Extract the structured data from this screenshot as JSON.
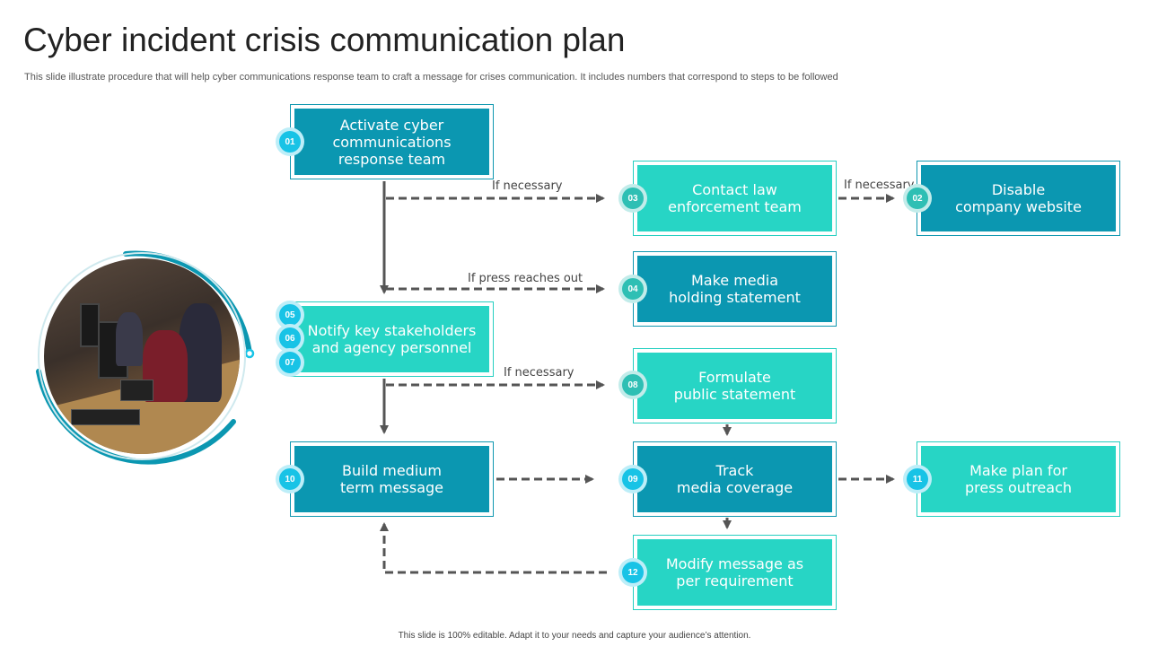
{
  "title": "Cyber incident crisis communication plan",
  "subtitle": "This slide illustrate procedure that will help cyber communications response team to craft a message for crises communication. It includes numbers that correspond to steps to be followed",
  "footer": "This slide is 100% editable.  Adapt it to your needs and capture your audience’s attention.",
  "colors": {
    "dark": "#0b97b1",
    "light": "#27d5c5",
    "badge_cyan": "#18c3e6",
    "badge_teal": "#2ebfb4",
    "arrow": "#555555"
  },
  "steps": {
    "activate": {
      "text": "Activate cyber\ncommunications\nresponse team"
    },
    "contact_law": {
      "text": "Contact law\nenforcement team"
    },
    "disable": {
      "text": "Disable\ncompany website"
    },
    "media_holding": {
      "text": "Make media\nholding statement"
    },
    "notify": {
      "text": "Notify key stakeholders\nand agency personnel"
    },
    "formulate": {
      "text": "Formulate\npublic statement"
    },
    "build": {
      "text": "Build medium\nterm message"
    },
    "track": {
      "text": "Track\nmedia coverage"
    },
    "press_outreach": {
      "text": "Make plan for\npress outreach"
    },
    "modify": {
      "text": "Modify message as\nper requirement"
    }
  },
  "badges": {
    "b01": "01",
    "b02": "02",
    "b03": "03",
    "b04": "04",
    "b05": "05",
    "b06": "06",
    "b07": "07",
    "b08": "08",
    "b09": "09",
    "b10": "10",
    "b11": "11",
    "b12": "12"
  },
  "connector_labels": {
    "if_necessary_1": "If necessary",
    "if_necessary_2": "If necessary",
    "if_press": "If press reaches out",
    "if_necessary_3": "If necessary"
  },
  "photo": {
    "description_icon": "team-at-computers-photo"
  }
}
